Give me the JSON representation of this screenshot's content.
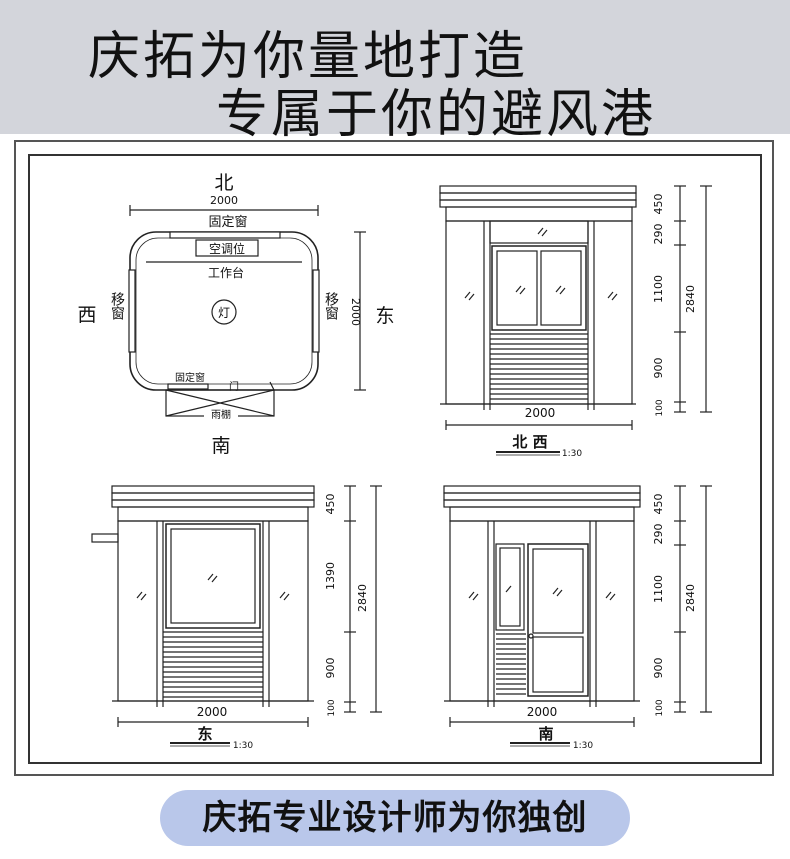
{
  "header": {
    "line1": "庆拓为你量地打造",
    "line2": "专属于你的避风港"
  },
  "footer": {
    "brand": "庆拓",
    "slogan": "专业设计师为你独创"
  },
  "plan": {
    "north": "北",
    "south": "南",
    "west": "西",
    "east": "东",
    "width_dim": "2000",
    "depth_dim": "2000",
    "fixed_window_top": "固定窗",
    "ac_position": "空调位",
    "workbench": "工作台",
    "sliding_window_left": "移窗",
    "sliding_window_right": "移窗",
    "lamp": "灯",
    "fixed_window_bottom": "固定窗",
    "door": "门",
    "canopy": "雨棚"
  },
  "elevations": {
    "northwest": {
      "title": "北 西",
      "scale": "1:30",
      "width": "2000",
      "dims": [
        "450",
        "290",
        "1100",
        "900",
        "100"
      ],
      "total": "2840"
    },
    "east": {
      "title": "东",
      "scale": "1:30",
      "width": "2000",
      "dims": [
        "450",
        "1390",
        "900",
        "100"
      ],
      "total": "2840"
    },
    "south": {
      "title": "南",
      "scale": "1:30",
      "width": "2000",
      "dims": [
        "450",
        "290",
        "1100",
        "900",
        "100"
      ],
      "total": "2840"
    }
  }
}
